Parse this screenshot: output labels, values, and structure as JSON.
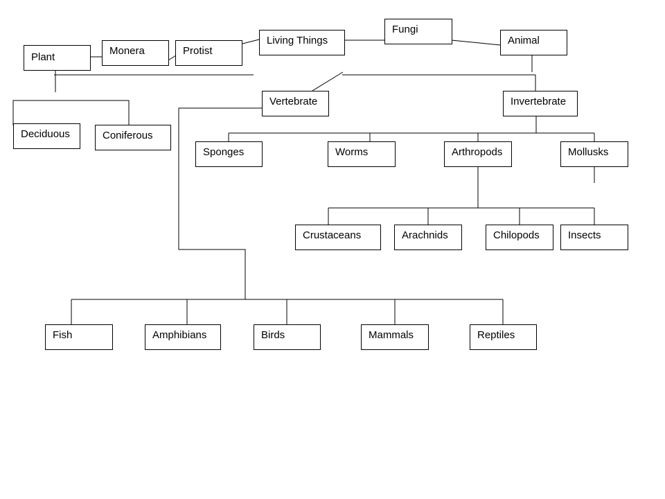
{
  "nodes": {
    "fungi": "Fungi",
    "living_things": "Living Things",
    "animal": "Animal",
    "monera": "Monera",
    "protist": "Protist",
    "plant": "Plant",
    "vertebrate": "Vertebrate",
    "invertebrate": "Invertebrate",
    "deciduous": "Deciduous",
    "coniferous": "Coniferous",
    "sponges": "Sponges",
    "worms": "Worms",
    "arthropods": "Arthropods",
    "mollusks": "Mollusks",
    "crustaceans": "Crustaceans",
    "arachnids": "Arachnids",
    "chilopods": "Chilopods",
    "insects": "Insects",
    "fish": "Fish",
    "amphibians": "Amphibians",
    "birds": "Birds",
    "mammals": "Mammals",
    "reptiles": "Reptiles"
  }
}
